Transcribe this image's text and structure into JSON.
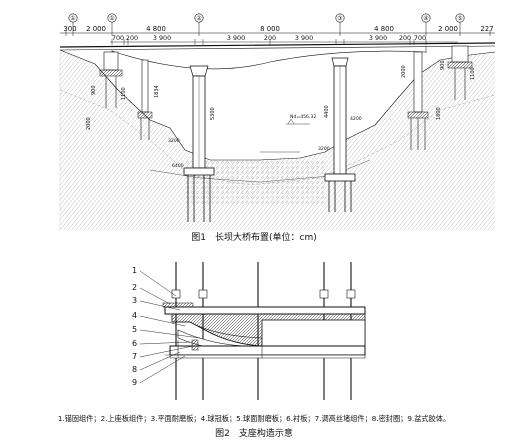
{
  "figure1": {
    "caption": "图1　长坝大桥布置(单位：cm)",
    "axes": [
      "①",
      "①",
      "②",
      "③",
      "④",
      "⑤"
    ],
    "top_dims": [
      "300",
      "2 000",
      "4 800",
      "8 000",
      "4 800",
      "2 000",
      "227"
    ],
    "sub_dims": [
      "700",
      "200",
      "3 900",
      "3 900",
      "200",
      "3 900",
      "3 900",
      "200",
      "700"
    ],
    "pier_labels": [
      "900",
      "1100",
      "2000",
      "1834",
      "5300",
      "4400",
      "2000",
      "900",
      "1100",
      "1800"
    ],
    "waterline": "Nd=456.32",
    "pile_labels": [
      "3200",
      "6400",
      "4200",
      "3200"
    ]
  },
  "figure2": {
    "caption": "图2　支座构造示意",
    "parts": [
      "1",
      "2",
      "3",
      "4",
      "5",
      "6",
      "7",
      "8",
      "9"
    ],
    "legend": "1.锚固组件；2.上座板组件；3.平面耐磨板；4.球冠板；5.球面耐磨板；6.衬板；7.调高丝堵组件；8.密封圈；9.盆式胶体。"
  }
}
